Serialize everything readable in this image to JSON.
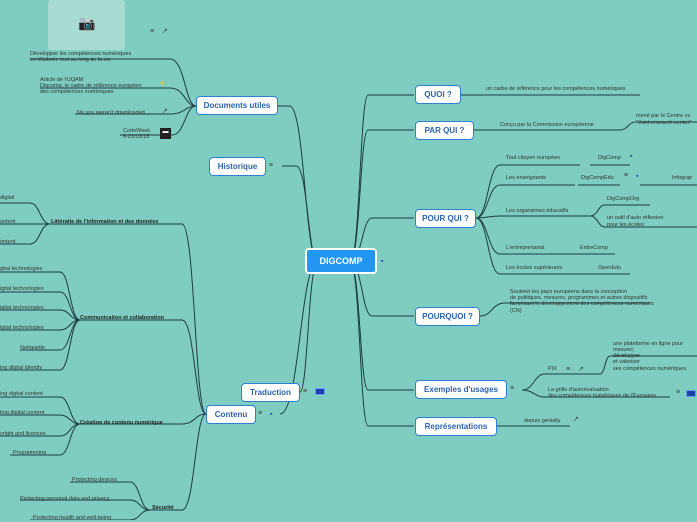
{
  "center": "DIGCOMP",
  "right_nodes": {
    "quoi": "QUOI ?",
    "parqui": "PAR QUI ?",
    "pourqui": "POUR QUI ?",
    "pourquoi": "POURQUOI ?",
    "exemples": "Exemples d'usages",
    "representations": "Représentations"
  },
  "left_nodes": {
    "documents": "Documents utiles",
    "historique": "Historique",
    "traduction": "Traduction",
    "contenu": "Contenu"
  },
  "quoi_text": "un cadre de référence pour les compétences numériques",
  "parqui_text": "Conçu par la Commission européenne",
  "parqui_sub": [
    "mené par le Centre co",
    "\"Joint research center\""
  ],
  "pourqui": {
    "c1": "Tout citoyen européen",
    "c1v": "DigComp",
    "c2": "Les enseignants",
    "c2v": "DigCompEdu",
    "c2w": "Infograp",
    "c3": "Les organismes éducatifs",
    "c3a": "DigCompOrg",
    "c3b": [
      "un outil d'auto réflexion",
      "pour les écoles"
    ],
    "c4": "L'entreprenariat",
    "c4v": "EntreComp",
    "c5": "Les écoles supérieures",
    "c5v": "OpenEdu"
  },
  "pourquoi_text": [
    "Soutenir les pays européens dans la conception",
    "de politiques, mesures, programmes et autres dispositifs",
    "favorisant le développement des compétences numériques",
    "(CN)"
  ],
  "exemples": {
    "pix": "PIX",
    "pix_text": [
      "une plateforme en ligne pour",
      "mesurer,",
      "développer",
      "et valoriser",
      "ses compétences numériques"
    ],
    "grille": [
      "La grille d'autoévaluation",
      "des compétences numériques de l'Europass"
    ]
  },
  "representations_text": "depuis genially",
  "documents": {
    "d1": [
      "Développer les compétences numériques",
      "en Wallonie tout au long de la vie"
    ],
    "d2": [
      "Article de l'UQAM",
      "Digcomp, le cadre de référence européen",
      "des compétences numériques"
    ],
    "d3": "No you weren't downloaded",
    "d4": [
      "CodeWeek",
      "6-21/10/18"
    ]
  },
  "contenu": {
    "litteratie": "Littératie de l'information et des données",
    "lit_items": [
      "digital",
      "ontent",
      "ontent"
    ],
    "communication": "Communication et collaboration",
    "com_items": [
      "gital technologies",
      "igital technologies",
      "igital technologies",
      "igital technologies",
      "Netiquette",
      "ing digital identity"
    ],
    "creation": "Création de contenu numérique",
    "cre_items": [
      "ing digital content",
      "ting digital content",
      "yright and licences",
      "Programming"
    ],
    "securite": "Sécurité",
    "sec_items": [
      "Protecting devices",
      "Protecting personal data and privacy",
      "Protecting health and well-being"
    ]
  },
  "colors": {
    "background": "#7ecdc0",
    "center": "#2196f3",
    "line": "#1f3d44",
    "node_border": "#2f80d4"
  }
}
